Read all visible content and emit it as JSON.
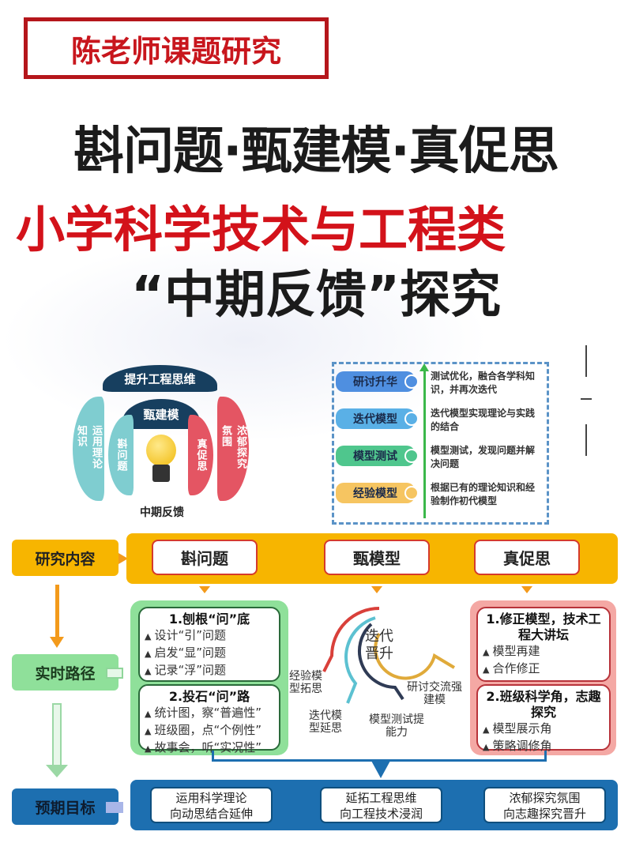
{
  "badge": "陈老师课题研究",
  "title": {
    "line1": "斟问题·甄建模·真促思",
    "line2": "小学科学技术与工程类",
    "line3": "“中期反馈”探究"
  },
  "wheel": {
    "top": "提升工程思维",
    "middle": "甄建模",
    "left_outer": "运用理论知识",
    "left_inner": "斟问题",
    "right_inner": "真促思",
    "right_outer": "浓郁探究氛围",
    "center": "中期反馈"
  },
  "steps": [
    {
      "label": "研讨升华",
      "text": "测试优化，融合各学科知识，并再次迭代",
      "color": "#4f8fe0"
    },
    {
      "label": "迭代模型",
      "text": "迭代模型实现理论与实践的结合",
      "color": "#5ab0e6"
    },
    {
      "label": "模型测试",
      "text": "模型测试，发现问题并解决问题",
      "color": "#4fc68d"
    },
    {
      "label": "经验模型",
      "text": "根据已有的理论知识和经验制作初代模型",
      "color": "#f6c561"
    }
  ],
  "rows": {
    "content": "研究内容",
    "path": "实时路径",
    "goal": "预期目标"
  },
  "content_items": [
    "斟问题",
    "甄模型",
    "真促思"
  ],
  "left_panel": [
    {
      "title": "1.刨根“问”底",
      "items": [
        "设计“引”问题",
        "启发“显”问题",
        "记录“浮”问题"
      ]
    },
    {
      "title": "2.投石“问”路",
      "items": [
        "统计图，察“普遍性”",
        "班级圈，点“个例性”",
        "故事会，听“实况性”"
      ]
    }
  ],
  "center_arcs": {
    "center": "迭代晋升",
    "labels": [
      "经验模型拓思",
      "迭代模型延思",
      "模型测试提能力",
      "研讨交流强建模"
    ]
  },
  "right_panel": [
    {
      "title": "1.修正模型，技术工程大讲坛",
      "items": [
        "模型再建",
        "合作修正"
      ]
    },
    {
      "title": "2.班级科学角，志趣探究",
      "items": [
        "模型展示角",
        "策略调修角"
      ]
    }
  ],
  "goals": [
    {
      "line1": "运用科学理论",
      "line2": "向动思结合延伸"
    },
    {
      "line1": "延拓工程思维",
      "line2": "向工程技术浸润"
    },
    {
      "line1": "浓郁探究氛围",
      "line2": "向志趣探究晋升"
    }
  ],
  "colors": {
    "red": "#c8161d",
    "orange": "#f7b500",
    "green": "#8fe09a",
    "pink": "#f4a8a4",
    "blue": "#1d6fb0"
  }
}
